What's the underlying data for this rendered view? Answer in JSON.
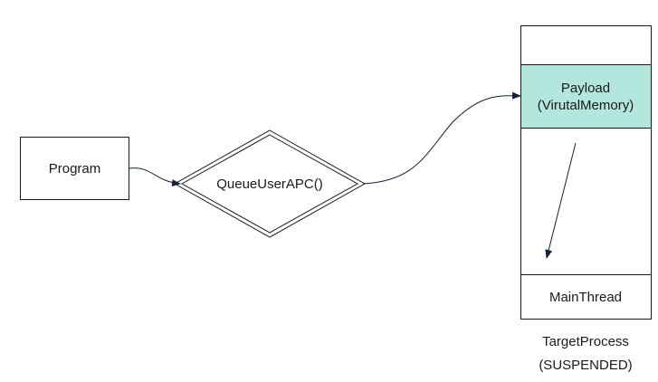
{
  "nodes": {
    "program": {
      "label": "Program"
    },
    "queue_user_apc": {
      "label": "QueueUserAPC()"
    },
    "payload": {
      "line1": "Payload",
      "line2": "(VirutalMemory)"
    },
    "main_thread": {
      "label": "MainThread"
    },
    "target_process": {
      "line1": "TargetProcess",
      "line2": "(SUSPENDED)"
    }
  },
  "colors": {
    "stroke": "#1a1a1a",
    "payload_fill": "#b3e6dd",
    "arrow": "#14213d"
  }
}
